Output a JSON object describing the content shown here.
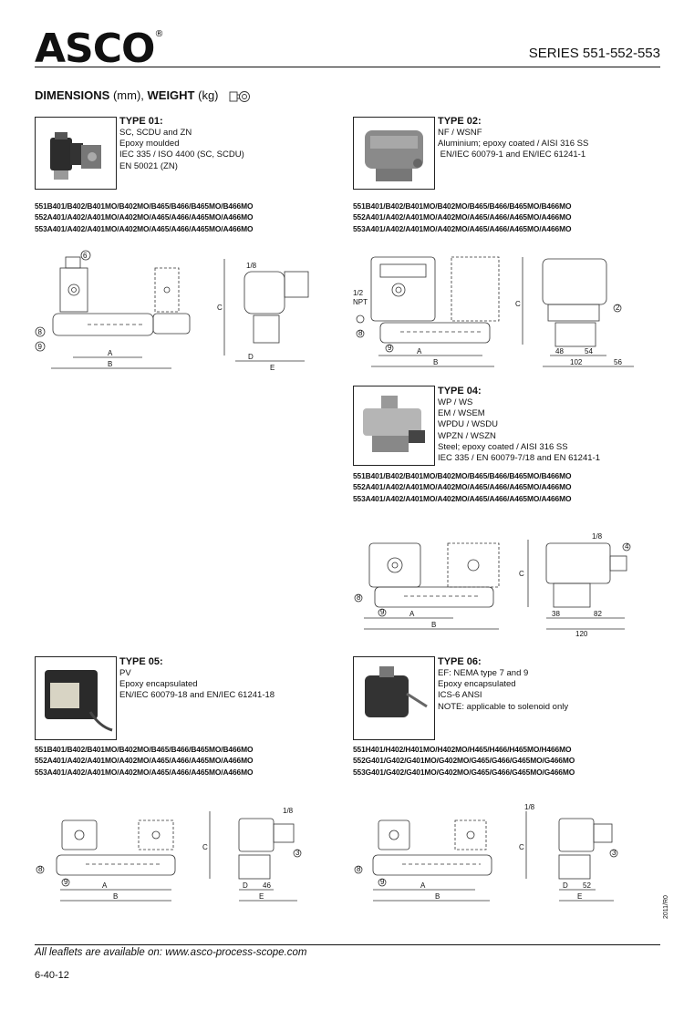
{
  "header": {
    "logo": "ASCO",
    "registered": "®",
    "series": "SERIES 551-552-553"
  },
  "section": {
    "title_bold": "DIMENSIONS",
    "units1": " (mm), ",
    "title_bold2": "WEIGHT",
    "units2": " (kg)"
  },
  "types": [
    {
      "title": "TYPE 01:",
      "lines": [
        "SC, SCDU and ZN",
        "Epoxy moulded",
        "IEC 335 / ISO 4400 (SC, SCDU)",
        "EN 50021 (ZN)"
      ],
      "codes": [
        "551B401/B402/B401MO/B402MO/B465/B466/B465MO/B466MO",
        "552A401/A402/A401MO/A402MO/A465/A466/A465MO/A466MO",
        "553A401/A402/A401MO/A402MO/A465/A466/A465MO/A466MO"
      ]
    },
    {
      "title": "TYPE 02:",
      "lines": [
        "NF / WSNF",
        "Aluminium; epoxy coated / AISI 316 SS",
        " EN/IEC 60079-1 and EN/IEC 61241-1"
      ],
      "codes": [
        "551B401/B402/B401MO/B402MO/B465/B466/B465MO/B466MO",
        "552A401/A402/A401MO/A402MO/A465/A466/A465MO/A466MO",
        "553A401/A402/A401MO/A402MO/A465/A466/A465MO/A466MO"
      ]
    },
    {
      "title": "TYPE 04:",
      "lines": [
        "WP / WS",
        "EM / WSEM",
        "WPDU / WSDU",
        "WPZN / WSZN",
        "Steel; epoxy coated / AISI 316 SS",
        "IEC 335 / EN 60079-7/18 and EN 61241-1"
      ],
      "codes": [
        "551B401/B402/B401MO/B402MO/B465/B466/B465MO/B466MO",
        "552A401/A402/A401MO/A402MO/A465/A466/A465MO/A466MO",
        "553A401/A402/A401MO/A402MO/A465/A466/A465MO/A466MO"
      ]
    },
    {
      "title": "TYPE 05:",
      "lines": [
        "PV",
        "Epoxy encapsulated",
        "EN/IEC 60079-18 and EN/IEC 61241-18"
      ],
      "codes": [
        "551B401/B402/B401MO/B402MO/B465/B466/B465MO/B466MO",
        "552A401/A402/A401MO/A402MO/A465/A466/A465MO/A466MO",
        "553A401/A402/A401MO/A402MO/A465/A466/A465MO/A466MO"
      ]
    },
    {
      "title": "TYPE 06:",
      "lines": [
        "EF: NEMA type 7 and 9",
        "Epoxy encapsulated",
        "ICS-6 ANSI",
        "NOTE: applicable to solenoid only"
      ],
      "codes": [
        "551H401/H402/H401MO/H402MO/H465/H466/H465MO/H466MO",
        "552G401/G402/G401MO/G402MO/G465/G466/G465MO/G466MO",
        "553G401/G402/G401MO/G402MO/G465/G466/G465MO/G466MO"
      ]
    }
  ],
  "drawings": {
    "d01_side": {
      "A": "A",
      "B": "B",
      "c6": "6",
      "c8": "8",
      "c9": "9"
    },
    "d01_front": {
      "C": "C",
      "D": "D",
      "E": "E",
      "port": "1/8"
    },
    "d02_side": {
      "A": "A",
      "B": "B",
      "npt1": "1/2",
      "npt2": "NPT",
      "c8": "8",
      "c9": "9"
    },
    "d02_front": {
      "C": "C",
      "d48": "48",
      "d54": "54",
      "d102": "102",
      "d56": "56",
      "c2": "2"
    },
    "d04_side": {
      "A": "A",
      "B": "B",
      "c8": "8",
      "c9": "9"
    },
    "d04_front": {
      "C": "C",
      "port": "1/8",
      "d38": "38",
      "d82": "82",
      "d120": "120",
      "c4": "4"
    },
    "d05_side": {
      "A": "A",
      "B": "B",
      "c8": "8",
      "c9": "9"
    },
    "d05_front": {
      "C": "C",
      "D": "D",
      "E": "E",
      "d46": "46",
      "port": "1/8",
      "c3": "3"
    },
    "d06_side": {
      "A": "A",
      "B": "B",
      "c8": "8",
      "c9": "9"
    },
    "d06_front": {
      "C": "C",
      "D": "D",
      "E": "E",
      "d52": "52",
      "port": "1/8",
      "c3": "3"
    }
  },
  "footer": {
    "leaflets": "All leaflets are available on: www.asco-process-scope.com",
    "page": "6-40-12",
    "revision": "2011/R0"
  }
}
